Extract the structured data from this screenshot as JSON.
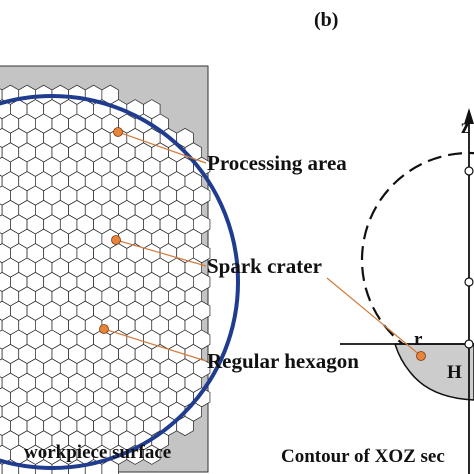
{
  "panel_b_label": "(b)",
  "annotations": {
    "processing_area": "Processing area",
    "spark_crater": "Spark crater",
    "regular_hexagon": "Regular hexagon"
  },
  "workpiece_caption": "workpiece surface",
  "contour_caption": "Contour of XOZ sec",
  "axis_label": "z",
  "radius_label": "r",
  "height_label": "H",
  "colors": {
    "workpiece_fill": "#c4c4c4",
    "circle_stroke": "#1f3c8f",
    "leader_line": "#d27a3c",
    "marker_dot": "#e8843a",
    "cell_stroke": "#222222",
    "cell_fill": "#ffffff",
    "crater_fill": "#cccccc"
  }
}
